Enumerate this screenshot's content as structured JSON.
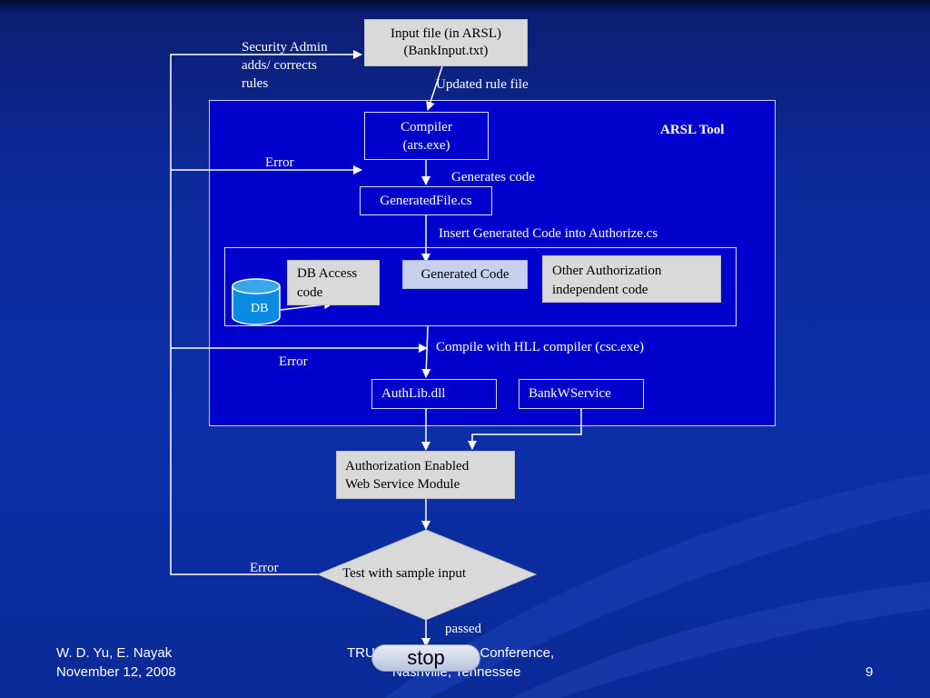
{
  "diagram": {
    "input_file": "Input file (in ARSL)\n(BankInput.txt)",
    "security_admin": "Security Admin\nadds/ corrects\nrules",
    "updated_rule_file": "Updated rule file",
    "arsl_tool": "ARSL Tool",
    "compiler": "Compiler\n(ars.exe)",
    "error": "Error",
    "generates_code": "Generates code",
    "generated_file": "GeneratedFile.cs",
    "insert_code": "Insert Generated Code into Authorize.cs",
    "db_access": "DB Access\ncode",
    "generated_code": "Generated Code",
    "other_auth": "Other Authorization\nindependent code",
    "db": "DB",
    "compile_hll": "Compile with HLL compiler (csc.exe)",
    "authlib": "AuthLib.dll",
    "bankwservice": "BankWService",
    "auth_module": "Authorization Enabled\nWeb Service Module",
    "test": "Test with sample input",
    "passed": "passed",
    "stop": "stop"
  },
  "footer": {
    "authors": "W. D. Yu,  E. Nayak",
    "date": "November 12, 2008",
    "conference_line1": "TRUST Autumn 2008 Conference,",
    "conference_line2": "Nashville, Tennessee",
    "page": "9"
  },
  "colors": {
    "background": "#0b2fa8",
    "tool_panel": "#0000cc",
    "gray_box": "#d9d9d9",
    "generated_code_box": "#c8d0f0",
    "db_cylinder": "#0a8ae0"
  }
}
